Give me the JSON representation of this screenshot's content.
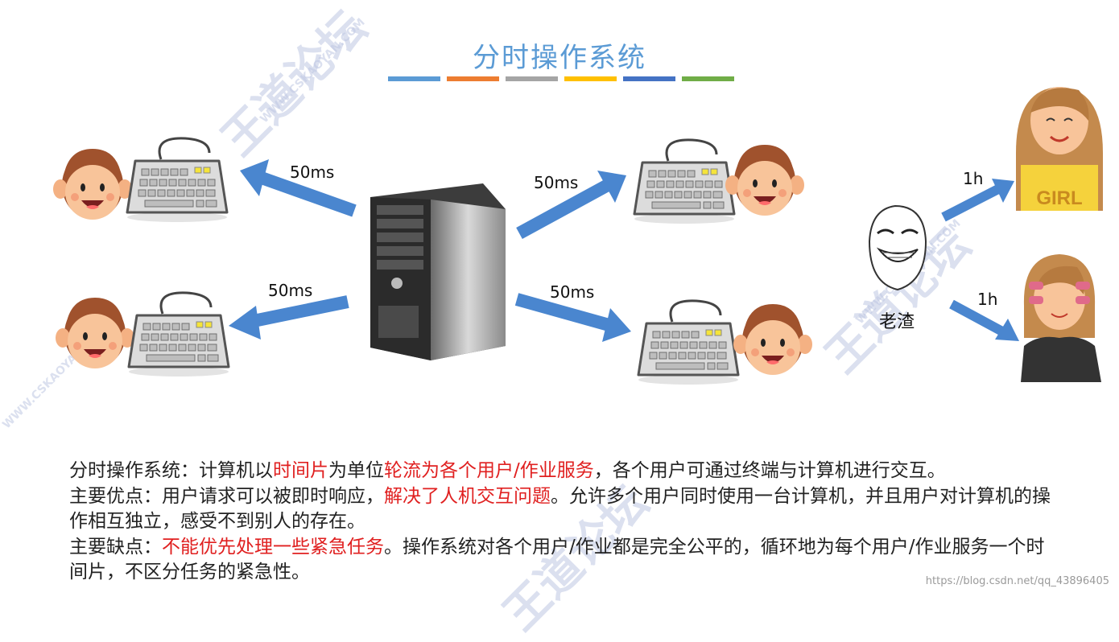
{
  "header": {
    "title": "分时操作系统",
    "color_bar": [
      "#5b9bd5",
      "#ed7d31",
      "#a5a5a5",
      "#ffc000",
      "#4472c4",
      "#70ad47"
    ]
  },
  "diagram": {
    "arrow_labels": [
      "50ms",
      "50ms",
      "50ms",
      "50ms"
    ],
    "person_label": "老渣",
    "hour_labels": [
      "1h",
      "1h"
    ],
    "girl_shirt_text": "GIRL"
  },
  "description": {
    "line1": {
      "prefix": "分时操作系统：计算机以",
      "hl1": "时间片",
      "mid": "为单位",
      "hl2": "轮流为各个用户/作业服务",
      "suffix": "，各个用户可通过终端与计算机进行交互。"
    },
    "line2": {
      "prefix": "主要优点：用户请求可以被即时响应，",
      "hl": "解决了人机交互问题",
      "suffix": "。允许多个用户同时使用一台计算机，并且用户对计算机的操作相互独立，感受不到别人的存在。"
    },
    "line3": {
      "prefix": "主要缺点：",
      "hl": "不能优先处理一些紧急任务",
      "suffix": "。操作系统对各个用户/作业都是完全公平的，循环地为每个用户/作业服务一个时间片，不区分任务的紧急性。"
    }
  },
  "watermark": {
    "brand": "王道论坛",
    "url": "WWW.CSKAOYAN.COM"
  },
  "footer": {
    "source": "https://blog.csdn.net/qq_43896405"
  },
  "colors": {
    "arrow": "#4a86cf",
    "highlight": "#e02020",
    "title": "#5b9bd5"
  }
}
